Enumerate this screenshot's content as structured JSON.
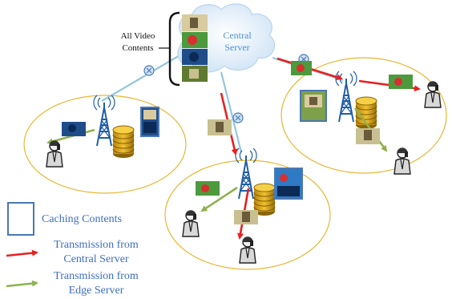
{
  "diagram": {
    "all_video_line1": "All Video",
    "all_video_line2": "Contents",
    "server_line1": "Central",
    "server_line2": "Server"
  },
  "legend": {
    "caching": "Caching Contents",
    "central_line1": "Transmission from",
    "central_line2": "Central Server",
    "edge_line1": "Transmission from",
    "edge_line2": "Edge Server"
  },
  "colors": {
    "cell_border": "#e8b630",
    "central_arrow": "#e82020",
    "edge_arrow": "#8fb24d",
    "backhaul": "#93c6df",
    "legend_text": "#3f6ebf",
    "cache_frame": "#4a78b4"
  }
}
